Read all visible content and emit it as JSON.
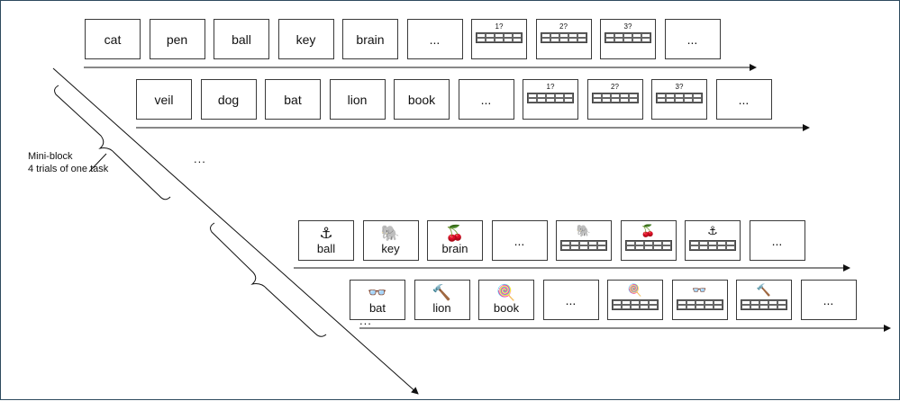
{
  "mini_block_label": {
    "line1": "Mini-block",
    "line2": "4 trials of one task"
  },
  "ellipsis": "...",
  "sequences": [
    {
      "id": "text-row-1",
      "trials": [
        {
          "kind": "word",
          "word": "cat"
        },
        {
          "kind": "word",
          "word": "pen"
        },
        {
          "kind": "word",
          "word": "ball"
        },
        {
          "kind": "word",
          "word": "key"
        },
        {
          "kind": "word",
          "word": "brain"
        },
        {
          "kind": "ellipsis",
          "word": "..."
        },
        {
          "kind": "response",
          "label": "1?"
        },
        {
          "kind": "response",
          "label": "2?"
        },
        {
          "kind": "response",
          "label": "3?"
        },
        {
          "kind": "ellipsis",
          "word": "..."
        }
      ]
    },
    {
      "id": "text-row-2",
      "trials": [
        {
          "kind": "word",
          "word": "veil"
        },
        {
          "kind": "word",
          "word": "dog"
        },
        {
          "kind": "word",
          "word": "bat"
        },
        {
          "kind": "word",
          "word": "lion"
        },
        {
          "kind": "word",
          "word": "book"
        },
        {
          "kind": "ellipsis",
          "word": "..."
        },
        {
          "kind": "response",
          "label": "1?"
        },
        {
          "kind": "response",
          "label": "2?"
        },
        {
          "kind": "response",
          "label": "3?"
        },
        {
          "kind": "ellipsis",
          "word": "..."
        }
      ]
    },
    {
      "id": "picture-row-1",
      "trials": [
        {
          "kind": "picture",
          "icon": "⚓",
          "icon_name": "anchor-icon",
          "word": "ball"
        },
        {
          "kind": "picture",
          "icon": "🐘",
          "icon_name": "elephant-icon",
          "word": "key"
        },
        {
          "kind": "picture",
          "icon": "🍒",
          "icon_name": "cherries-icon",
          "word": "brain"
        },
        {
          "kind": "ellipsis",
          "word": "..."
        },
        {
          "kind": "response",
          "icon": "🐘",
          "icon_name": "elephant-icon"
        },
        {
          "kind": "response",
          "icon": "🍒",
          "icon_name": "cherries-icon"
        },
        {
          "kind": "response",
          "icon": "⚓",
          "icon_name": "anchor-icon"
        },
        {
          "kind": "ellipsis",
          "word": "..."
        }
      ]
    },
    {
      "id": "picture-row-2",
      "trials": [
        {
          "kind": "picture",
          "icon": "👓",
          "icon_name": "binoculars-icon",
          "word": "bat"
        },
        {
          "kind": "picture",
          "icon": "🔨",
          "icon_name": "hammer-icon",
          "word": "lion"
        },
        {
          "kind": "picture",
          "icon": "🍭",
          "icon_name": "lollipop-icon",
          "word": "book"
        },
        {
          "kind": "ellipsis",
          "word": "..."
        },
        {
          "kind": "response",
          "icon": "🍭",
          "icon_name": "lollipop-icon"
        },
        {
          "kind": "response",
          "icon": "👓",
          "icon_name": "binoculars-icon"
        },
        {
          "kind": "response",
          "icon": "🔨",
          "icon_name": "hammer-icon"
        },
        {
          "kind": "ellipsis",
          "word": "..."
        }
      ]
    }
  ]
}
